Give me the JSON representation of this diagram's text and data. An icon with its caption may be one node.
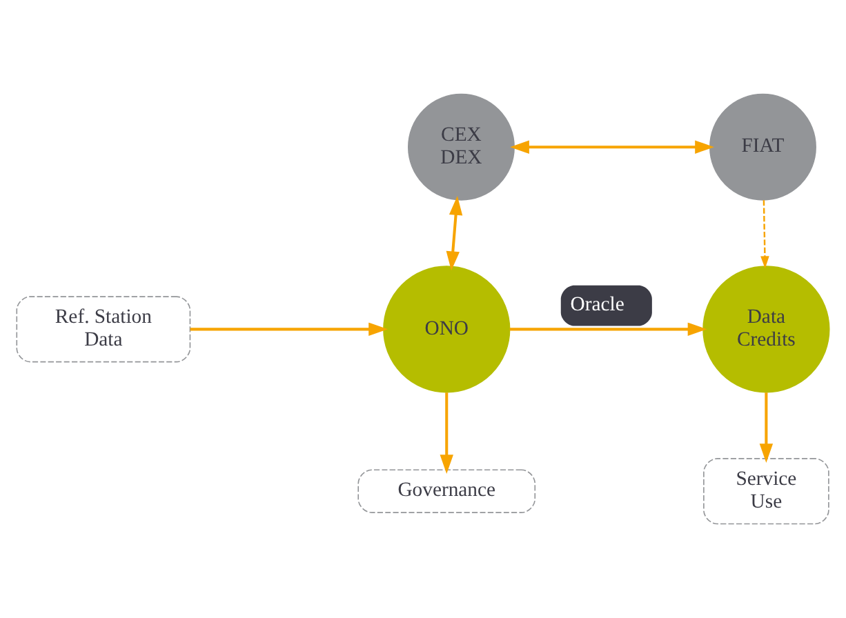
{
  "diagram": {
    "nodes": [
      {
        "text": [
          "CEX DEX"
        ]
      },
      {
        "text": [
          "FIAT"
        ]
      },
      {
        "text": [
          "Ref. Station Data"
        ]
      },
      {
        "text": [
          "ONO"
        ]
      },
      {
        "text": [
          "Data Credits"
        ]
      },
      {
        "text": [
          "Governance"
        ]
      },
      {
        "text": [
          "Service Use"
        ]
      }
    ],
    "edges": [
      {
        "from": 0,
        "to": 1,
        "arrow": "both"
      },
      {
        "from": 0,
        "to": 3,
        "arrow": "both"
      },
      {
        "from": 1,
        "to": 4,
        "arrow": "to",
        "style": "dashed"
      },
      {
        "from": 2,
        "to": 3,
        "arrow": "to"
      },
      {
        "from": 3,
        "to": 4,
        "arrow": "to",
        "label": "Oracle"
      },
      {
        "from": 3,
        "to": 5,
        "arrow": "to"
      },
      {
        "from": 4,
        "to": 6,
        "arrow": "to"
      }
    ]
  }
}
